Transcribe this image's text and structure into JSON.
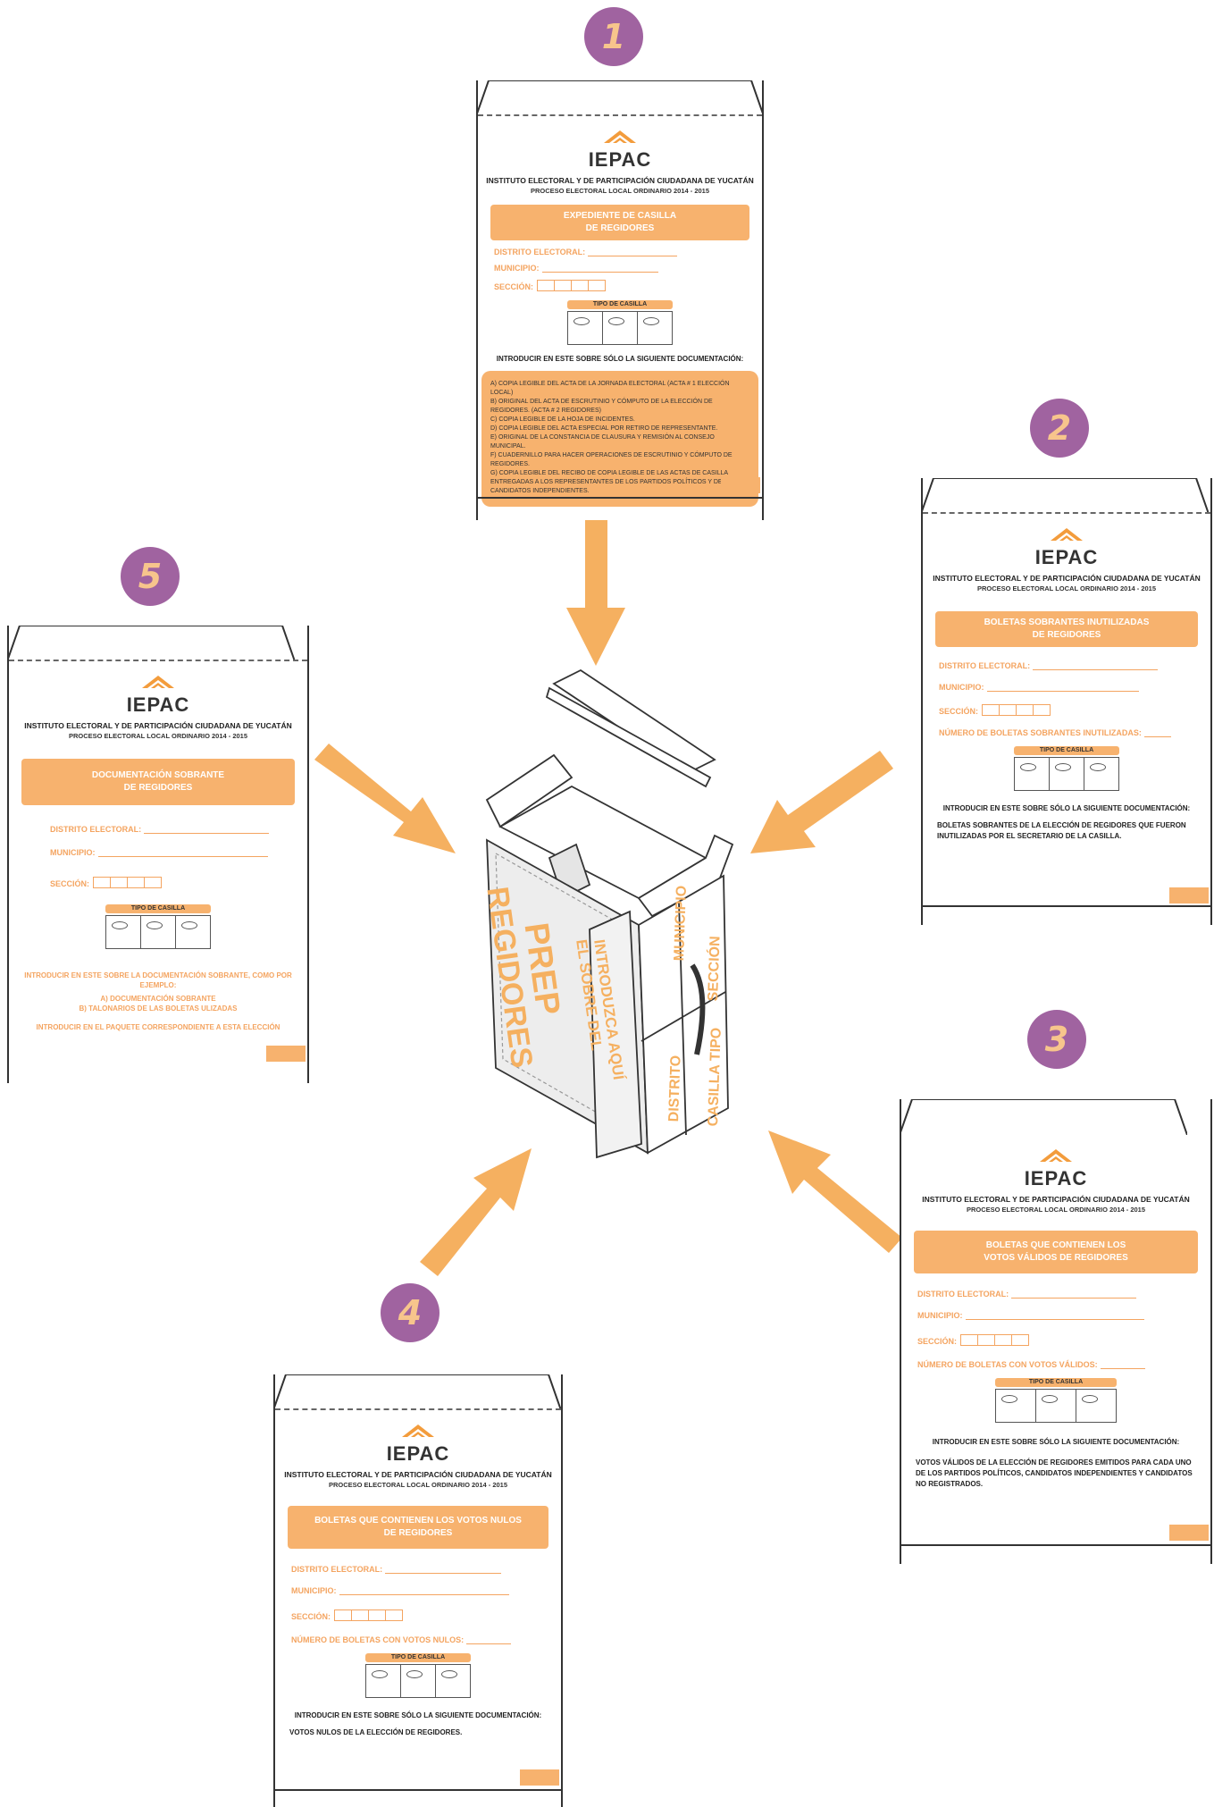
{
  "organization": {
    "logo_text": "IEPAC",
    "institute": "INSTITUTO ELECTORAL Y DE PARTICIPACIÓN CIUDADANA DE YUCATÁN",
    "process": "PROCESO ELECTORAL LOCAL ORDINARIO 2014 - 2015"
  },
  "labels": {
    "distrito": "DISTRITO ELECTORAL:",
    "municipio": "MUNICIPIO:",
    "seccion": "SECCIÓN:",
    "tipo_casilla": "TIPO DE CASILLA",
    "introducir": "INTRODUCIR EN ESTE SOBRE SÓLO LA SIGUIENTE DOCUMENTACIÓN:"
  },
  "colors": {
    "accent": "#f7b26e",
    "accent_text": "#f4a460",
    "badge": "#a063a0",
    "badge_number": "#f7c58c",
    "arrow": "#f5b060"
  },
  "badges": [
    {
      "number": "1"
    },
    {
      "number": "2"
    },
    {
      "number": "3"
    },
    {
      "number": "4"
    },
    {
      "number": "5"
    }
  ],
  "envelopes": {
    "e1": {
      "title_line1": "EXPEDIENTE DE CASILLA",
      "title_line2": "DE REGIDORES",
      "docs": [
        "A) COPIA LEGIBLE DEL ACTA DE LA JORNADA ELECTORAL (ACTA # 1 ELECCIÓN LOCAL)",
        "B) ORIGINAL DEL ACTA DE ESCRUTINIO Y CÓMPUTO DE LA ELECCIÓN DE REGIDORES. (ACTA # 2 REGIDORES)",
        "C) COPIA LEGIBLE DE LA HOJA DE INCIDENTES.",
        "D) COPIA LEGIBLE DEL ACTA ESPECIAL POR RETIRO DE REPRESENTANTE.",
        "E) ORIGINAL DE LA CONSTANCIA DE CLAUSURA Y REMISIÓN AL CONSEJO MUNICIPAL.",
        "F) CUADERNILLO PARA HACER OPERACIONES DE ESCRUTINIO Y CÓMPUTO DE REGIDORES.",
        "G) COPIA LEGIBLE DEL RECIBO DE COPIA LEGIBLE DE LAS ACTAS DE CASILLA ENTREGADAS A LOS REPRESENTANTES DE LOS PARTIDOS POLÍTICOS Y DE LOS CANDIDATOS INDEPENDIENTES."
      ]
    },
    "e2": {
      "title_line1": "BOLETAS SOBRANTES INUTILIZADAS",
      "title_line2": "DE REGIDORES",
      "count_label": "NÚMERO DE BOLETAS SOBRANTES INUTILIZADAS:",
      "note": "BOLETAS SOBRANTES DE LA ELECCIÓN DE REGIDORES QUE FUERON INUTILIZADAS POR EL SECRETARIO DE LA CASILLA."
    },
    "e3": {
      "title_line1": "BOLETAS QUE CONTIENEN LOS",
      "title_line2": "VOTOS VÁLIDOS DE REGIDORES",
      "count_label": "NÚMERO DE BOLETAS CON VOTOS VÁLIDOS:",
      "note": "VOTOS VÁLIDOS DE LA ELECCIÓN DE REGIDORES EMITIDOS PARA CADA UNO DE LOS PARTIDOS POLÍTICOS, CANDIDATOS INDEPENDIENTES Y CANDIDATOS NO REGISTRADOS."
    },
    "e4": {
      "title_line1": "BOLETAS QUE CONTIENEN LOS VOTOS NULOS",
      "title_line2": "DE REGIDORES",
      "count_label": "NÚMERO DE BOLETAS CON VOTOS NULOS:",
      "note": "VOTOS NULOS DE LA ELECCIÓN DE REGIDORES."
    },
    "e5": {
      "title_line1": "DOCUMENTACIÓN SOBRANTE",
      "title_line2": "DE REGIDORES",
      "note1": "INTRODUCIR EN ESTE SOBRE LA DOCUMENTACIÓN SOBRANTE, COMO POR EJEMPLO:",
      "note2": "A) DOCUMENTACIÓN SOBRANTE",
      "note3": "B) TALONARIOS DE LAS BOLETAS ULIZADAS",
      "note4": "INTRODUCIR EN EL PAQUETE CORRESPONDIENTE A ESTA ELECCIÓN"
    }
  },
  "box": {
    "front1": "PREP",
    "front2": "REGIDORES",
    "insert_line1": "INTRODUZCA AQUÍ",
    "insert_line2": "EL SOBRE DEL",
    "side_municipio": "MUNICIPIO",
    "side_seccion": "SECCIÓN",
    "side_distrito": "DISTRITO",
    "side_casilla": "CASILLA TIPO"
  }
}
